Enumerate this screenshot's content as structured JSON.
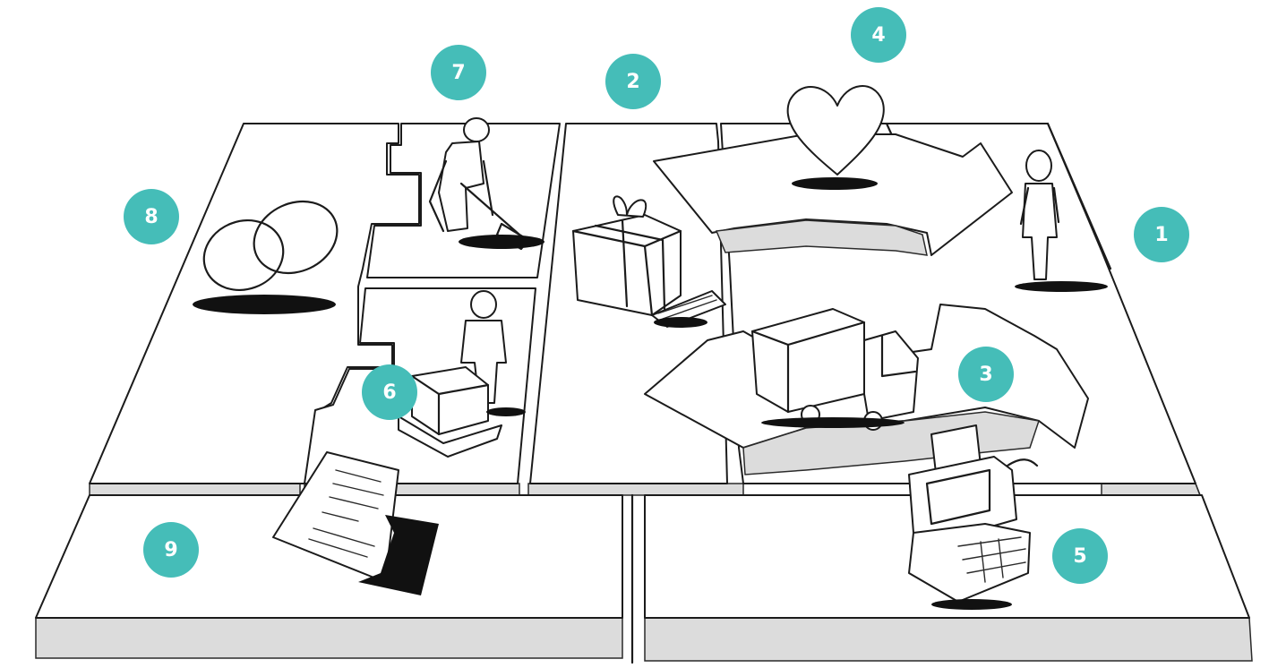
{
  "badges": [
    {
      "id": "customer-segments",
      "label": "1"
    },
    {
      "id": "value-propositions",
      "label": "2"
    },
    {
      "id": "channels",
      "label": "3"
    },
    {
      "id": "customer-relationships",
      "label": "4"
    },
    {
      "id": "revenue-streams",
      "label": "5"
    },
    {
      "id": "key-resources",
      "label": "6"
    },
    {
      "id": "key-activities",
      "label": "7"
    },
    {
      "id": "key-partners",
      "label": "8"
    },
    {
      "id": "cost-structure",
      "label": "9"
    }
  ],
  "icons": {
    "customer-segments": "person-icon",
    "value-propositions": "gift-icon",
    "channels": "truck-icon",
    "customer-relationships": "heart-icon",
    "revenue-streams": "cash-register-icon",
    "key-resources": "worker-with-box-icon",
    "key-activities": "person-digging-icon",
    "key-partners": "interlocked-rings-icon",
    "cost-structure": "invoice-icon"
  },
  "colors": {
    "badge": "#45bdb8",
    "badge_text": "#ffffff",
    "ink": "#1b1b1b",
    "board_edge": "#dcdcdc"
  }
}
